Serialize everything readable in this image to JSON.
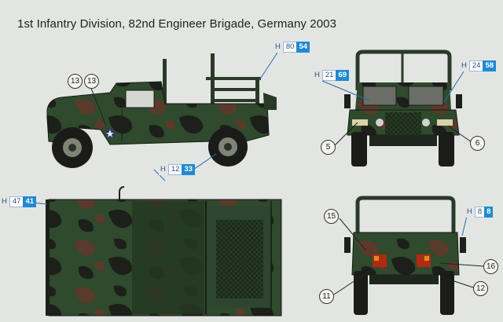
{
  "title": "1st Infantry Division, 82nd Engineer Brigade, Germany 2003",
  "callouts": [
    {
      "prefix": "H",
      "num": "80",
      "blue": "54"
    },
    {
      "prefix": "H",
      "num": "21",
      "blue": "69"
    },
    {
      "prefix": "H",
      "num": "24",
      "blue": "58"
    },
    {
      "prefix": "H",
      "num": "12",
      "blue": "33"
    },
    {
      "prefix": "H",
      "num": "47",
      "blue": "41"
    },
    {
      "prefix": "H",
      "num": "8",
      "blue": "8"
    }
  ],
  "markers": {
    "m13a": "13",
    "m13b": "13",
    "m5": "5",
    "m6": "6",
    "m15": "15",
    "m16": "16",
    "m11": "11",
    "m12": "12"
  },
  "colors": {
    "background": "#e3e5e3",
    "camo_green": "#2f4a2c",
    "camo_brown": "#5a3a2a",
    "camo_black": "#1c1f1a",
    "accent_blue": "#1f8ad0"
  }
}
